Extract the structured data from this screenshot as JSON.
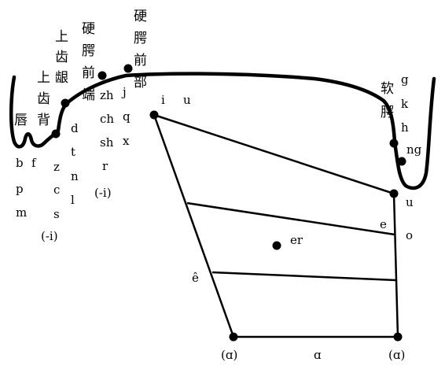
{
  "places": {
    "lips": [
      "唇"
    ],
    "upper_teeth_back": [
      "上",
      "齿",
      "背"
    ],
    "alveolar_ridge": [
      "上",
      "齿",
      "龈"
    ],
    "hard_palate_front_end": [
      "硬",
      "腭",
      "前",
      "端"
    ],
    "hard_palate_front": [
      "硬",
      "腭",
      "前",
      "部"
    ],
    "soft_palate": [
      "软",
      "腭"
    ]
  },
  "initials": {
    "labial": [
      "b",
      "p",
      "m"
    ],
    "labiodental": [
      "f"
    ],
    "dental_sibilant": [
      "z",
      "c",
      "s"
    ],
    "dental_sibilant_note": "(-i)",
    "alveolar": [
      "d",
      "t",
      "n",
      "l"
    ],
    "retroflex": [
      "zh",
      "ch",
      "sh",
      "r"
    ],
    "retroflex_note": "(-i)",
    "palatal": [
      "j",
      "q",
      "x"
    ],
    "velar": [
      "g",
      "k",
      "h"
    ],
    "velar_nasal": "ng"
  },
  "vowels": {
    "top_front": "i",
    "top_front_rounded": "u",
    "top_back": "u",
    "mid_back_e": "e",
    "mid_back_o": "o",
    "central": "er",
    "mid_front": "ê",
    "low_front": "(ɑ)",
    "low_central": "ɑ",
    "low_back": "(ɑ)"
  }
}
